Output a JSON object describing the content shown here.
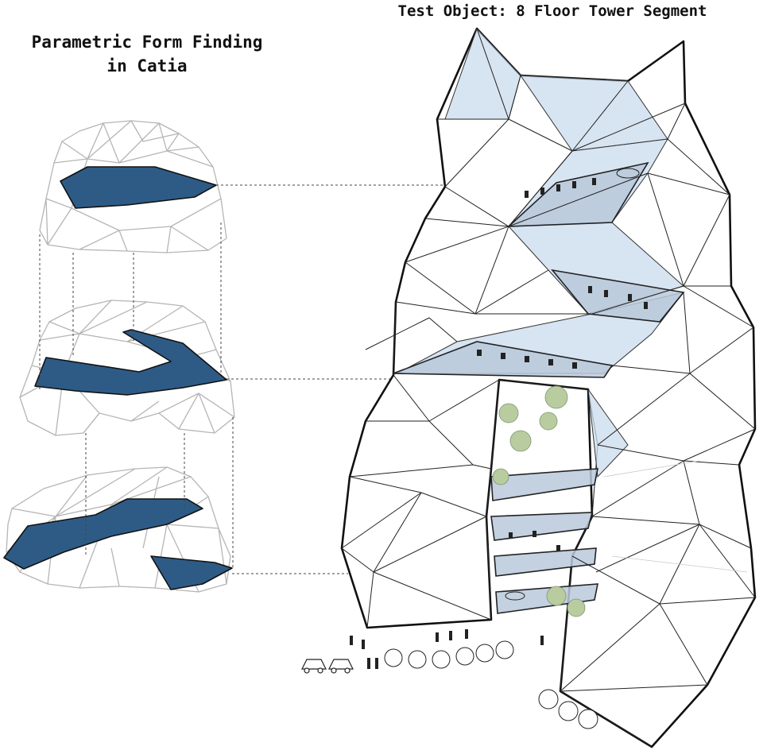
{
  "titles": {
    "left_line1": "Parametric Form Finding",
    "left_line2": "in Catia",
    "right": "Test Object: 8 Floor Tower Segment"
  },
  "colors": {
    "slab": "#2e5b86",
    "glass": "#c9dbec",
    "wireframe": "#b5b5b5",
    "vegetation": "#b8cca0"
  }
}
